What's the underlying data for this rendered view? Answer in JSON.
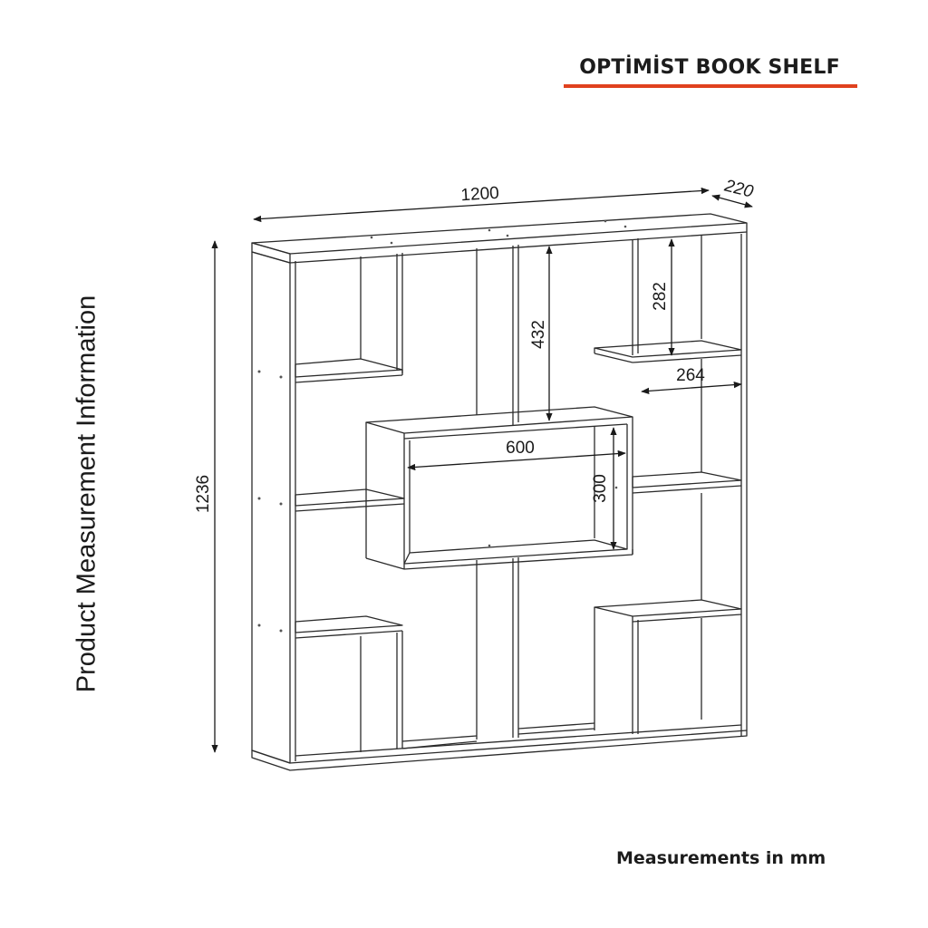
{
  "title": "OPTİMİST BOOK SHELF",
  "side_label": "Product Measurement Information",
  "footer": "Measurements in mm",
  "accent_color": "#e0411e",
  "dimensions": {
    "width": "1200",
    "depth": "220",
    "height": "1236",
    "upper_gap": "432",
    "small_cube_height": "282",
    "side_width": "264",
    "center_width": "600",
    "center_height": "300"
  }
}
